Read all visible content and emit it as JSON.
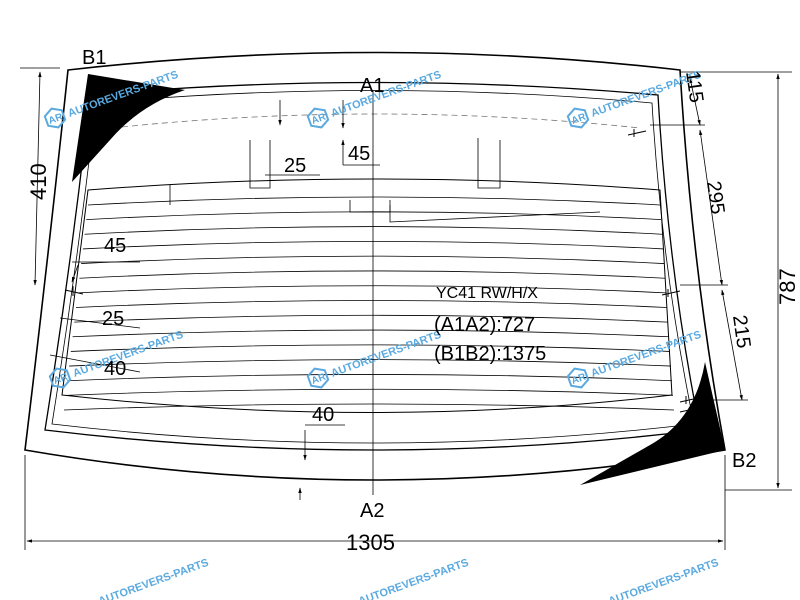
{
  "part": {
    "code": "YC41 RW/H/X",
    "a1a2": "(A1A2):727",
    "b1b2": "(B1B2):1375"
  },
  "points": {
    "a1": "A1",
    "a2": "A2",
    "b1": "B1",
    "b2": "B2"
  },
  "dimensions": {
    "width": "1305",
    "height": "787",
    "left_410": "410",
    "right_115": "115",
    "right_295": "295",
    "right_215": "215",
    "center_25": "25",
    "center_45": "45",
    "left_45": "45",
    "left_25": "25",
    "left_40": "40",
    "bottom_40": "40"
  },
  "watermark": {
    "text": "AUTOREVERS-PARTS",
    "logo": "AR"
  },
  "colors": {
    "line": "#000000",
    "watermark": "#5aa9df",
    "background": "#ffffff"
  }
}
